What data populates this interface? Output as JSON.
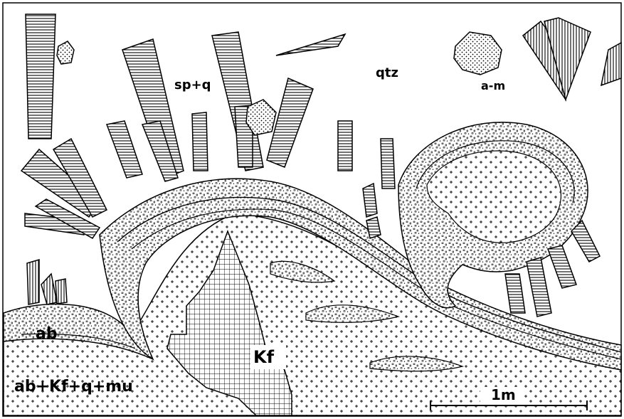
{
  "figure": {
    "labels": {
      "sp_q": "sp+q",
      "qtz": "qtz",
      "a_m": "a-m",
      "ab": "ab",
      "kf": "Kf",
      "ab_kf_q_mu": "ab+Kf+q+mu"
    },
    "scale_bar": {
      "label": "1m"
    },
    "colors": {
      "ink": "#000000",
      "paper": "#ffffff"
    }
  }
}
